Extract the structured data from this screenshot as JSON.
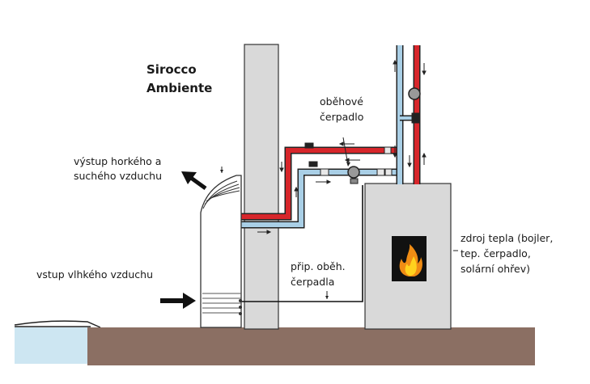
{
  "title": [
    "Sirocco",
    "Ambiente"
  ],
  "labels": {
    "hot_dry_outlet": [
      "výstup horkého a",
      "suchého vzduchu"
    ],
    "humid_inlet": "vstup vlhkého vzduchu",
    "circulation_pump": [
      "oběhové",
      "čerpadlo"
    ],
    "pump_connection": [
      "přip. oběh.",
      "čerpadla"
    ],
    "heat_source": [
      "zdroj tepla (bojler,",
      "tep. čerpadlo,",
      "solární ohřev)"
    ]
  },
  "colors": {
    "hot_pipe": "#d7262b",
    "cold_pipe": "#a9cfe6",
    "pipe_outline": "#222222",
    "ground": "#8b6f63",
    "water": "#cde6f2",
    "wall": "#d9d9d9",
    "boiler": "#d9d9d9",
    "fire_bg": "#111111",
    "flame_outer": "#f08c14",
    "flame_inner": "#ffd21e"
  },
  "icons": [
    "flame-icon",
    "arrow-out-icon",
    "arrow-in-icon",
    "pump-icon",
    "valve-icon"
  ]
}
